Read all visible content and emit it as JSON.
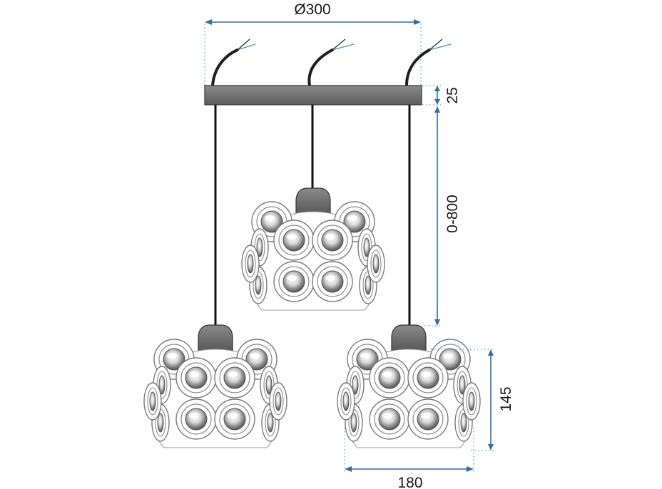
{
  "dimensions": {
    "width_label": "Ø300",
    "canopy_label": "25",
    "drop_label": "0-800",
    "shade_height_label": "145",
    "shade_width_label": "180"
  },
  "colors": {
    "dimension_line": "#2f6fa7",
    "dotted_guide": "#5f9dc9",
    "canopy": "#6e6e6e",
    "cap": "#6a6a6a",
    "shade_outline": "#7a7a7a"
  }
}
